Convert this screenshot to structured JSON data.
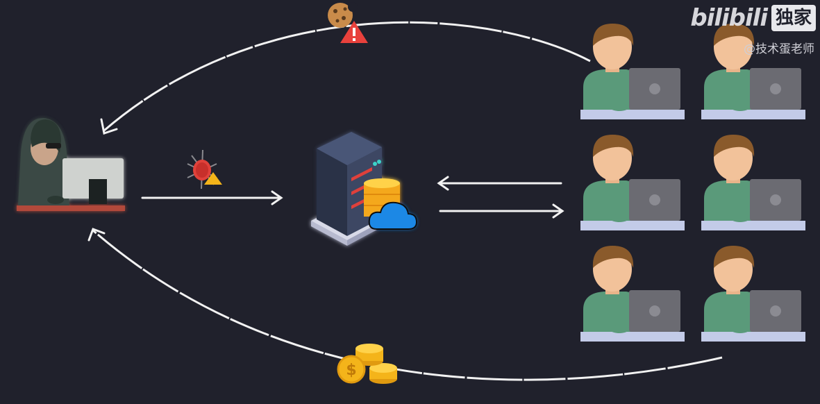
{
  "watermark": {
    "brand": "bilibili",
    "badge": "独家",
    "author": "@技术蛋老师"
  },
  "icons": {
    "hacker": "hacker-at-computer-icon",
    "virus": "virus-bug-icon",
    "server": "server-database-cloud-icon",
    "cookie": "cookie-icon",
    "warning": "warning-triangle-icon",
    "coins": "gold-coins-icon",
    "user": "user-at-laptop-icon"
  },
  "colors": {
    "background": "#20212c",
    "arrow": "#f2f2f2",
    "user_shirt": "#5a9a7a",
    "user_skin": "#f2c29a",
    "user_hair": "#8a5a2b",
    "laptop": "#6b6b72",
    "desk": "#c3cbe8",
    "warning": "#e8413c",
    "coin": "#f4b41a"
  }
}
